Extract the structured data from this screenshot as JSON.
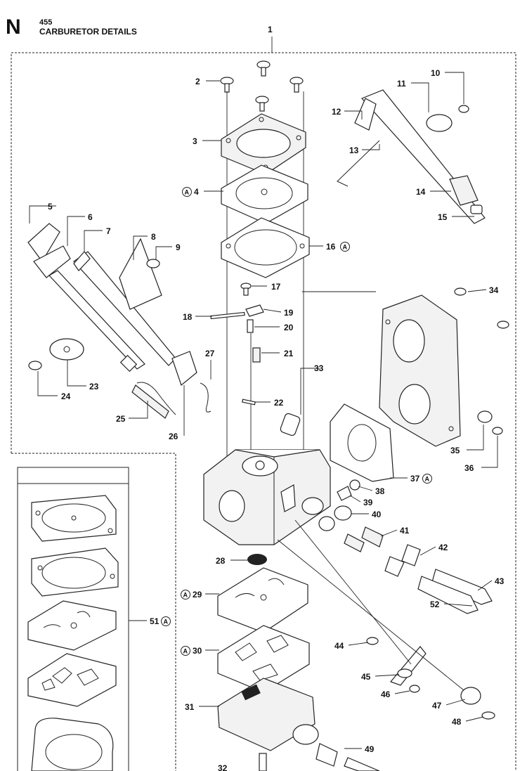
{
  "header": {
    "section_letter": "N",
    "model": "455",
    "title": "CARBURETOR DETAILS"
  },
  "callouts": [
    {
      "id": "c1",
      "num": "1",
      "mark": ""
    },
    {
      "id": "c2",
      "num": "2",
      "mark": ""
    },
    {
      "id": "c3",
      "num": "3",
      "mark": ""
    },
    {
      "id": "c4",
      "num": "4",
      "mark": "A"
    },
    {
      "id": "c5",
      "num": "5",
      "mark": ""
    },
    {
      "id": "c6",
      "num": "6",
      "mark": ""
    },
    {
      "id": "c7",
      "num": "7",
      "mark": ""
    },
    {
      "id": "c8",
      "num": "8",
      "mark": ""
    },
    {
      "id": "c9",
      "num": "9",
      "mark": ""
    },
    {
      "id": "c10",
      "num": "10",
      "mark": ""
    },
    {
      "id": "c11",
      "num": "11",
      "mark": ""
    },
    {
      "id": "c12",
      "num": "12",
      "mark": ""
    },
    {
      "id": "c13",
      "num": "13",
      "mark": ""
    },
    {
      "id": "c14",
      "num": "14",
      "mark": ""
    },
    {
      "id": "c15",
      "num": "15",
      "mark": ""
    },
    {
      "id": "c16",
      "num": "16",
      "mark": "A"
    },
    {
      "id": "c17",
      "num": "17",
      "mark": ""
    },
    {
      "id": "c18",
      "num": "18",
      "mark": ""
    },
    {
      "id": "c19",
      "num": "19",
      "mark": ""
    },
    {
      "id": "c20",
      "num": "20",
      "mark": ""
    },
    {
      "id": "c21",
      "num": "21",
      "mark": ""
    },
    {
      "id": "c22",
      "num": "22",
      "mark": ""
    },
    {
      "id": "c23",
      "num": "23",
      "mark": ""
    },
    {
      "id": "c24",
      "num": "24",
      "mark": ""
    },
    {
      "id": "c25",
      "num": "25",
      "mark": ""
    },
    {
      "id": "c26",
      "num": "26",
      "mark": ""
    },
    {
      "id": "c27",
      "num": "27",
      "mark": ""
    },
    {
      "id": "c28",
      "num": "28",
      "mark": ""
    },
    {
      "id": "c29",
      "num": "29",
      "mark": "A"
    },
    {
      "id": "c30",
      "num": "30",
      "mark": "A"
    },
    {
      "id": "c31",
      "num": "31",
      "mark": ""
    },
    {
      "id": "c32",
      "num": "32",
      "mark": ""
    },
    {
      "id": "c33",
      "num": "33",
      "mark": ""
    },
    {
      "id": "c34",
      "num": "34",
      "mark": ""
    },
    {
      "id": "c35",
      "num": "35",
      "mark": ""
    },
    {
      "id": "c36",
      "num": "36",
      "mark": ""
    },
    {
      "id": "c37",
      "num": "37",
      "mark": "A"
    },
    {
      "id": "c38",
      "num": "38",
      "mark": ""
    },
    {
      "id": "c39",
      "num": "39",
      "mark": ""
    },
    {
      "id": "c40",
      "num": "40",
      "mark": ""
    },
    {
      "id": "c41",
      "num": "41",
      "mark": ""
    },
    {
      "id": "c42",
      "num": "42",
      "mark": ""
    },
    {
      "id": "c43",
      "num": "43",
      "mark": ""
    },
    {
      "id": "c44",
      "num": "44",
      "mark": ""
    },
    {
      "id": "c45",
      "num": "45",
      "mark": ""
    },
    {
      "id": "c46",
      "num": "46",
      "mark": ""
    },
    {
      "id": "c47",
      "num": "47",
      "mark": ""
    },
    {
      "id": "c48",
      "num": "48",
      "mark": ""
    },
    {
      "id": "c49",
      "num": "49",
      "mark": ""
    },
    {
      "id": "c51",
      "num": "51",
      "mark": "A"
    },
    {
      "id": "c52",
      "num": "52",
      "mark": ""
    }
  ]
}
